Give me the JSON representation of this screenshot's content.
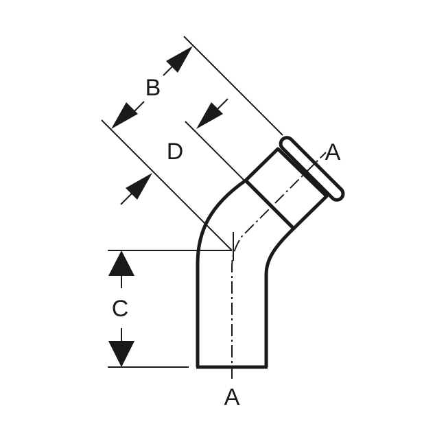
{
  "labels": {
    "a_top": "A",
    "a_bottom": "A",
    "b": "B",
    "c": "C",
    "d": "D"
  },
  "colors": {
    "ink": "#1a1a1a",
    "background": "#ffffff"
  }
}
